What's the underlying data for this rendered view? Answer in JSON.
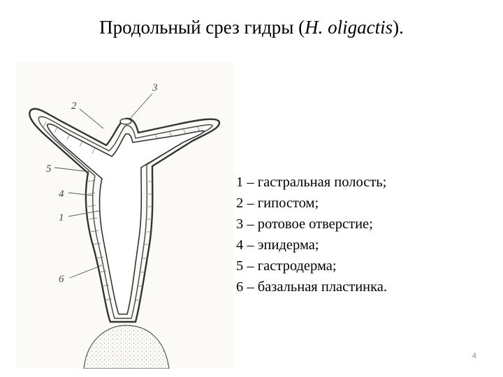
{
  "slide": {
    "title_prefix": "Продольный срез гидры (",
    "title_species": "H. oligactis",
    "title_suffix": ").",
    "page_number": "4"
  },
  "diagram": {
    "subject": "hydra longitudinal section",
    "callouts": [
      "1",
      "2",
      "3",
      "4",
      "5",
      "6"
    ]
  },
  "legend": {
    "items": [
      "1 – гастральная полость;",
      "2 – гипостом;",
      "3 – ротовое отверстие;",
      "4 – эпидерма;",
      "5 – гастродерма;",
      "6 – базальная пластинка."
    ]
  }
}
